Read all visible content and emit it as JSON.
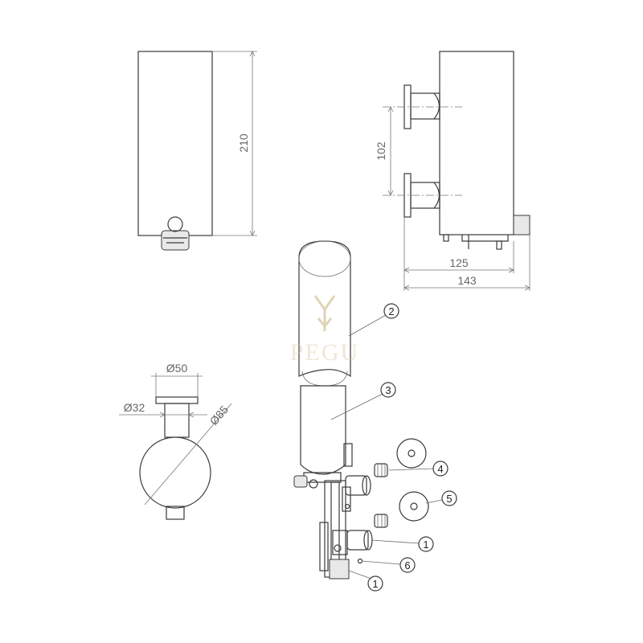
{
  "dimensions": {
    "height": "210",
    "spacing": "102",
    "depth_body": "125",
    "depth_total": "143",
    "dia_flange": "Ø50",
    "dia_pipe": "Ø32",
    "dia_body": "Ø85"
  },
  "callouts": [
    "2",
    "3",
    "4",
    "5",
    "1",
    "6",
    "1"
  ],
  "watermark": {
    "brand": "PEGU"
  },
  "colors": {
    "line": "#3a3a3a",
    "dimension": "#777777",
    "watermark": "#d9c9a3"
  }
}
